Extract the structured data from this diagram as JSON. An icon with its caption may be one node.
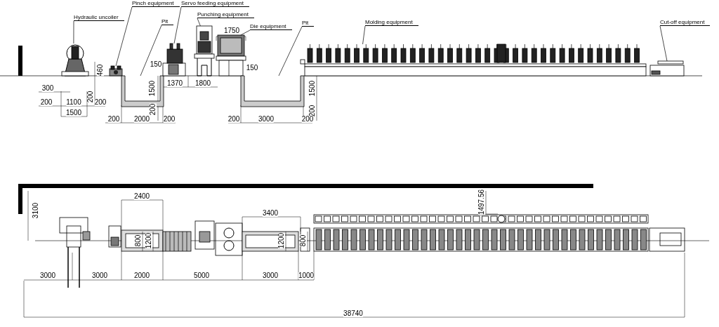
{
  "diagram": {
    "nodes": [
      {
        "text": [
          "Hydraulic uncoiler"
        ]
      },
      {
        "text": [
          "Pinch equipment"
        ]
      },
      {
        "text": [
          "Pit"
        ]
      },
      {
        "text": [
          "Servo feeding equipment"
        ]
      },
      {
        "text": [
          "Punching equipment"
        ]
      },
      {
        "text": [
          "Die equipment"
        ]
      },
      {
        "text": [
          "Pit"
        ]
      },
      {
        "text": [
          "Molding equipment"
        ]
      },
      {
        "text": [
          "Cut-off equipment"
        ]
      },
      {
        "text": [],
        "shape": "picture"
      },
      {
        "text": [],
        "shape": "picture"
      },
      {
        "text": [],
        "shape": "picture"
      },
      {
        "text": [],
        "shape": "picture"
      },
      {
        "text": [],
        "shape": "picture"
      },
      {
        "text": [],
        "shape": "picture"
      },
      {
        "text": [],
        "shape": "picture"
      },
      {
        "text": [],
        "shape": "picture"
      },
      {
        "text": [],
        "shape": "picture"
      }
    ],
    "edges": [
      {
        "from": 0,
        "to": 9,
        "arrow": "none"
      },
      {
        "from": 1,
        "to": 10,
        "arrow": "none"
      },
      {
        "from": 2,
        "to": 11,
        "arrow": "none"
      },
      {
        "from": 3,
        "to": 12,
        "arrow": "none"
      },
      {
        "from": 4,
        "to": 13,
        "arrow": "none"
      },
      {
        "from": 5,
        "to": 14,
        "arrow": "none"
      },
      {
        "from": 6,
        "to": 15,
        "arrow": "none"
      },
      {
        "from": 7,
        "to": 16,
        "arrow": "none"
      },
      {
        "from": 8,
        "to": 17,
        "arrow": "none"
      }
    ],
    "labels": [
      "1750",
      "460",
      "150",
      "150",
      "300",
      "1370",
      "1800",
      "1500",
      "1500",
      "200",
      "200",
      "1100",
      "200",
      "200",
      "200",
      "1500",
      "200",
      "2000",
      "200",
      "200",
      "3000",
      "200",
      "3100",
      "2400",
      "3400",
      "1497.56",
      "800",
      "1200",
      "1200",
      "800",
      "3000",
      "3000",
      "2000",
      "5000",
      "3000",
      "1000",
      "38740"
    ]
  }
}
